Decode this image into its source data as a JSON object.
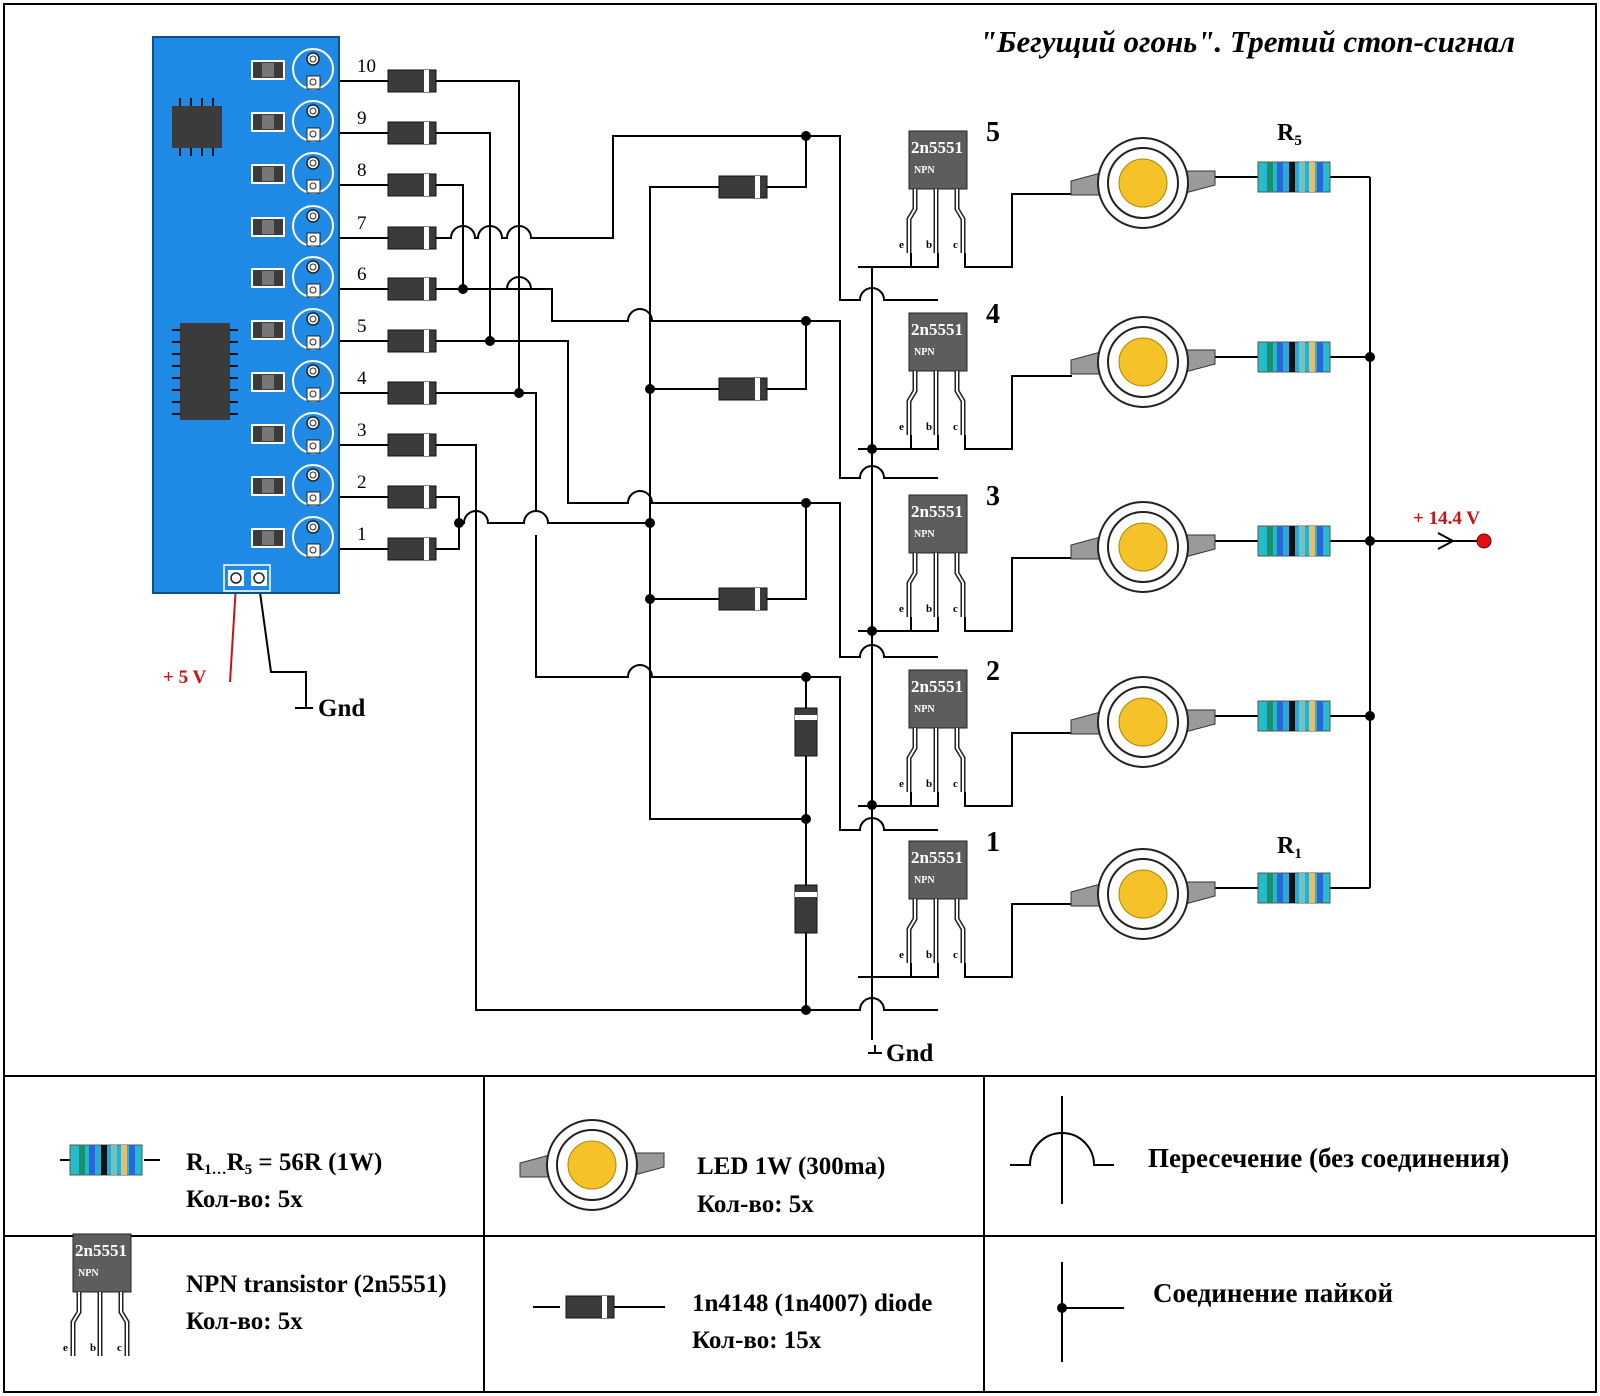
{
  "title": "\"Бегущий огонь\". Третий стоп-сигнал",
  "board": {
    "channel_numbers": [
      "10",
      "9",
      "8",
      "7",
      "6",
      "5",
      "4",
      "3",
      "2",
      "1"
    ],
    "power_label": "+ 5 V",
    "ground_label": "Gnd"
  },
  "transistors": {
    "part_label": "2n5551",
    "type_label": "NPN",
    "pin_labels": [
      "e",
      "b",
      "c"
    ],
    "stage_numbers": [
      "5",
      "4",
      "3",
      "2",
      "1"
    ]
  },
  "resistors": {
    "top_label": "R",
    "top_sub": "5",
    "bottom_label": "R",
    "bottom_sub": "1"
  },
  "supply": {
    "label": "+ 14.4 V",
    "ground_label": "Gnd"
  },
  "legend": {
    "resistor": {
      "line1": "R",
      "sub1": "1",
      "dots": "…",
      "mid": "R",
      "sub2": "5",
      "value": " = 56R (1W)",
      "qty": "Кол-во: 5x"
    },
    "led": {
      "line1": "LED 1W (300ma)",
      "qty": "Кол-во: 5x"
    },
    "crossing": {
      "text": "Пересечение (без соединения)"
    },
    "transistor": {
      "line1": "NPN transistor (2n5551)",
      "qty": "Кол-во: 5x"
    },
    "diode": {
      "line1": "1n4148 (1n4007) diode",
      "qty": "Кол-во: 15x"
    },
    "junction": {
      "text": "Соединение пайкой"
    }
  },
  "colors": {
    "board": "#1f8ae6",
    "transistor_body": "#5d5d5d",
    "led_core": "#f6c22a",
    "led_tab": "#9a9a9a",
    "wire": "#000000",
    "power_wire": "#d01010",
    "power_text": "#d01010",
    "diode_body": "#3b3b3b"
  }
}
